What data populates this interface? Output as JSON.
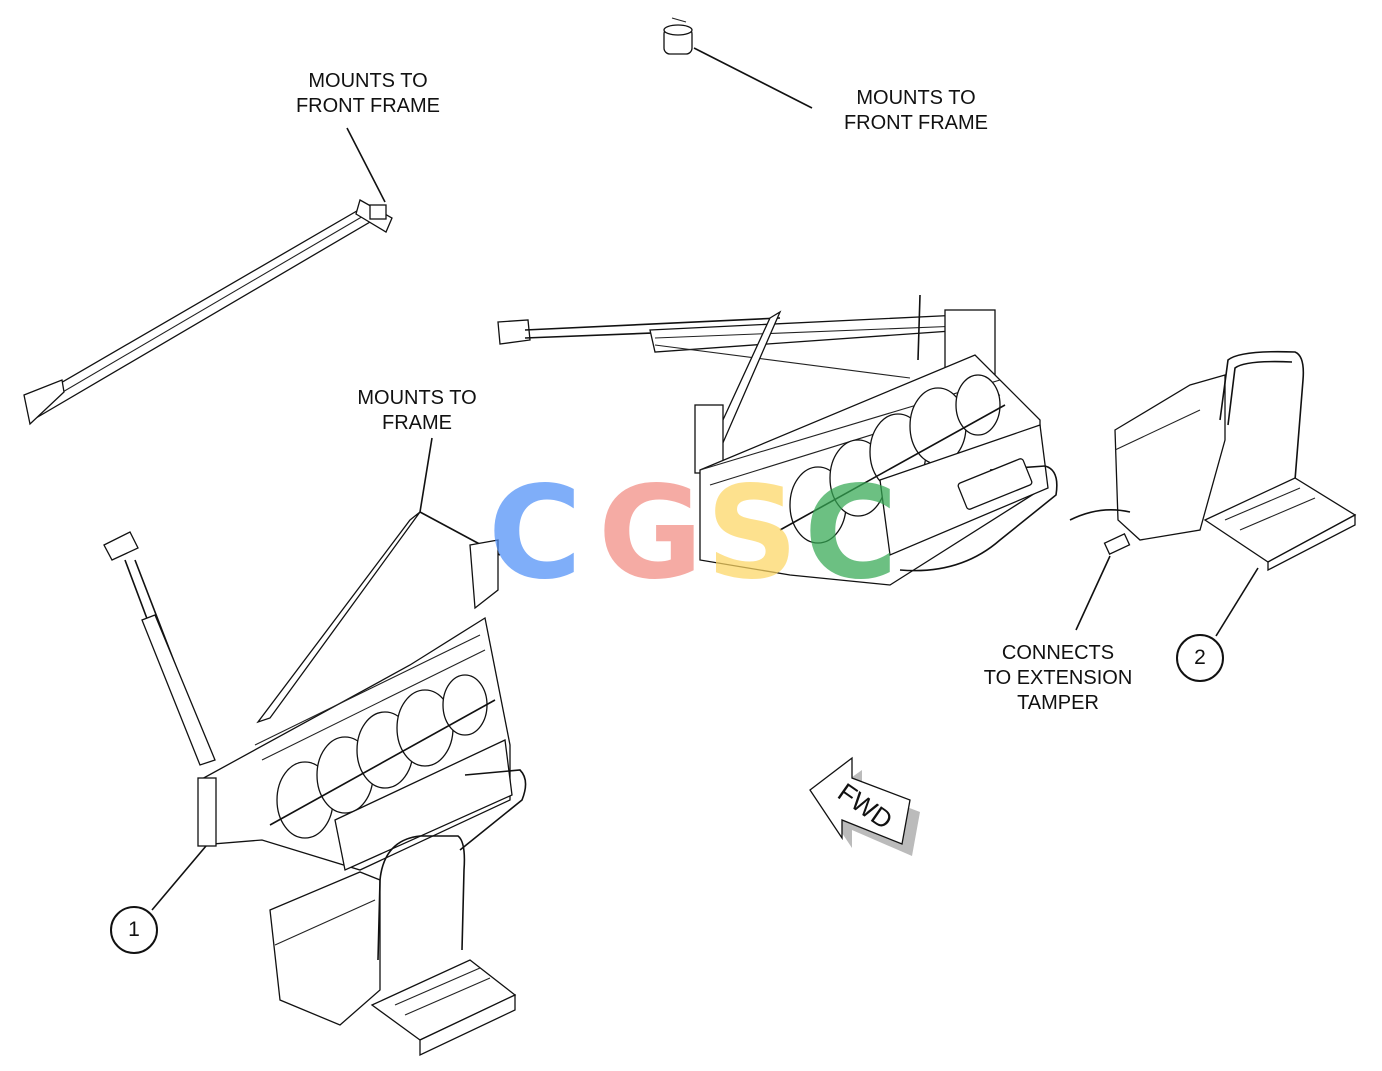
{
  "labels": {
    "mounts_front_frame_left": [
      "MOUNTS TO",
      "FRONT FRAME"
    ],
    "mounts_front_frame_right": [
      "MOUNTS TO",
      "FRONT FRAME"
    ],
    "mounts_frame": [
      "MOUNTS TO",
      "FRAME"
    ],
    "connects_extension": [
      "CONNECTS",
      "TO EXTENSION",
      "TAMPER"
    ],
    "fwd": "FWD"
  },
  "callouts": [
    "1",
    "2"
  ],
  "watermark": {
    "letters": [
      "C",
      "G",
      "S",
      "C"
    ],
    "colors": [
      "#4f8ff7",
      "#f28b82",
      "#fdd663",
      "#34a853"
    ]
  }
}
